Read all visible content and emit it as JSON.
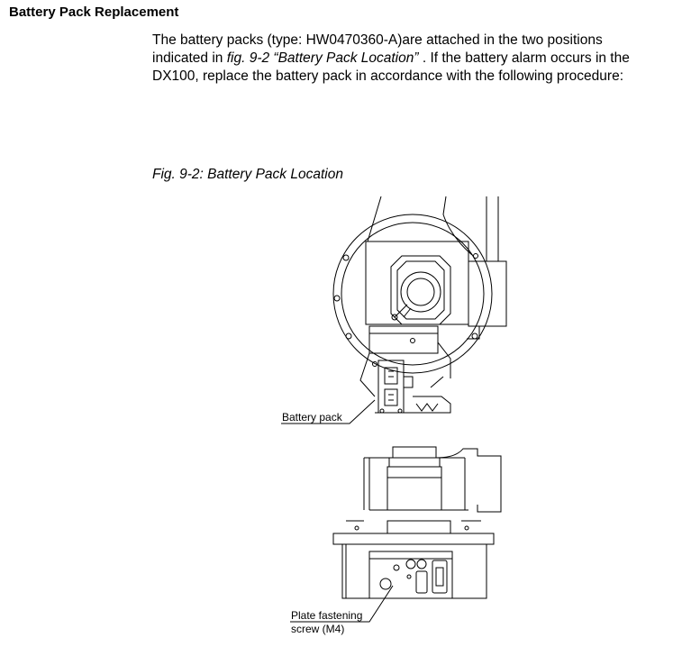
{
  "section": {
    "title": "Battery Pack Replacement"
  },
  "paragraph": {
    "part1": "The battery packs  (type: HW0470360-A)are attached in the two positions indicated in ",
    "ref": "fig. 9-2  “Battery Pack Location”",
    "part2": " .  If the battery alarm occurs in the DX100, replace the battery pack in accordance with the following procedure:"
  },
  "figure": {
    "caption": "Fig. 9-2: Battery Pack Location",
    "callouts": {
      "battery_pack": "Battery pack",
      "plate_screw_line1": "Plate fastening",
      "plate_screw_line2": "screw (M4)"
    }
  }
}
